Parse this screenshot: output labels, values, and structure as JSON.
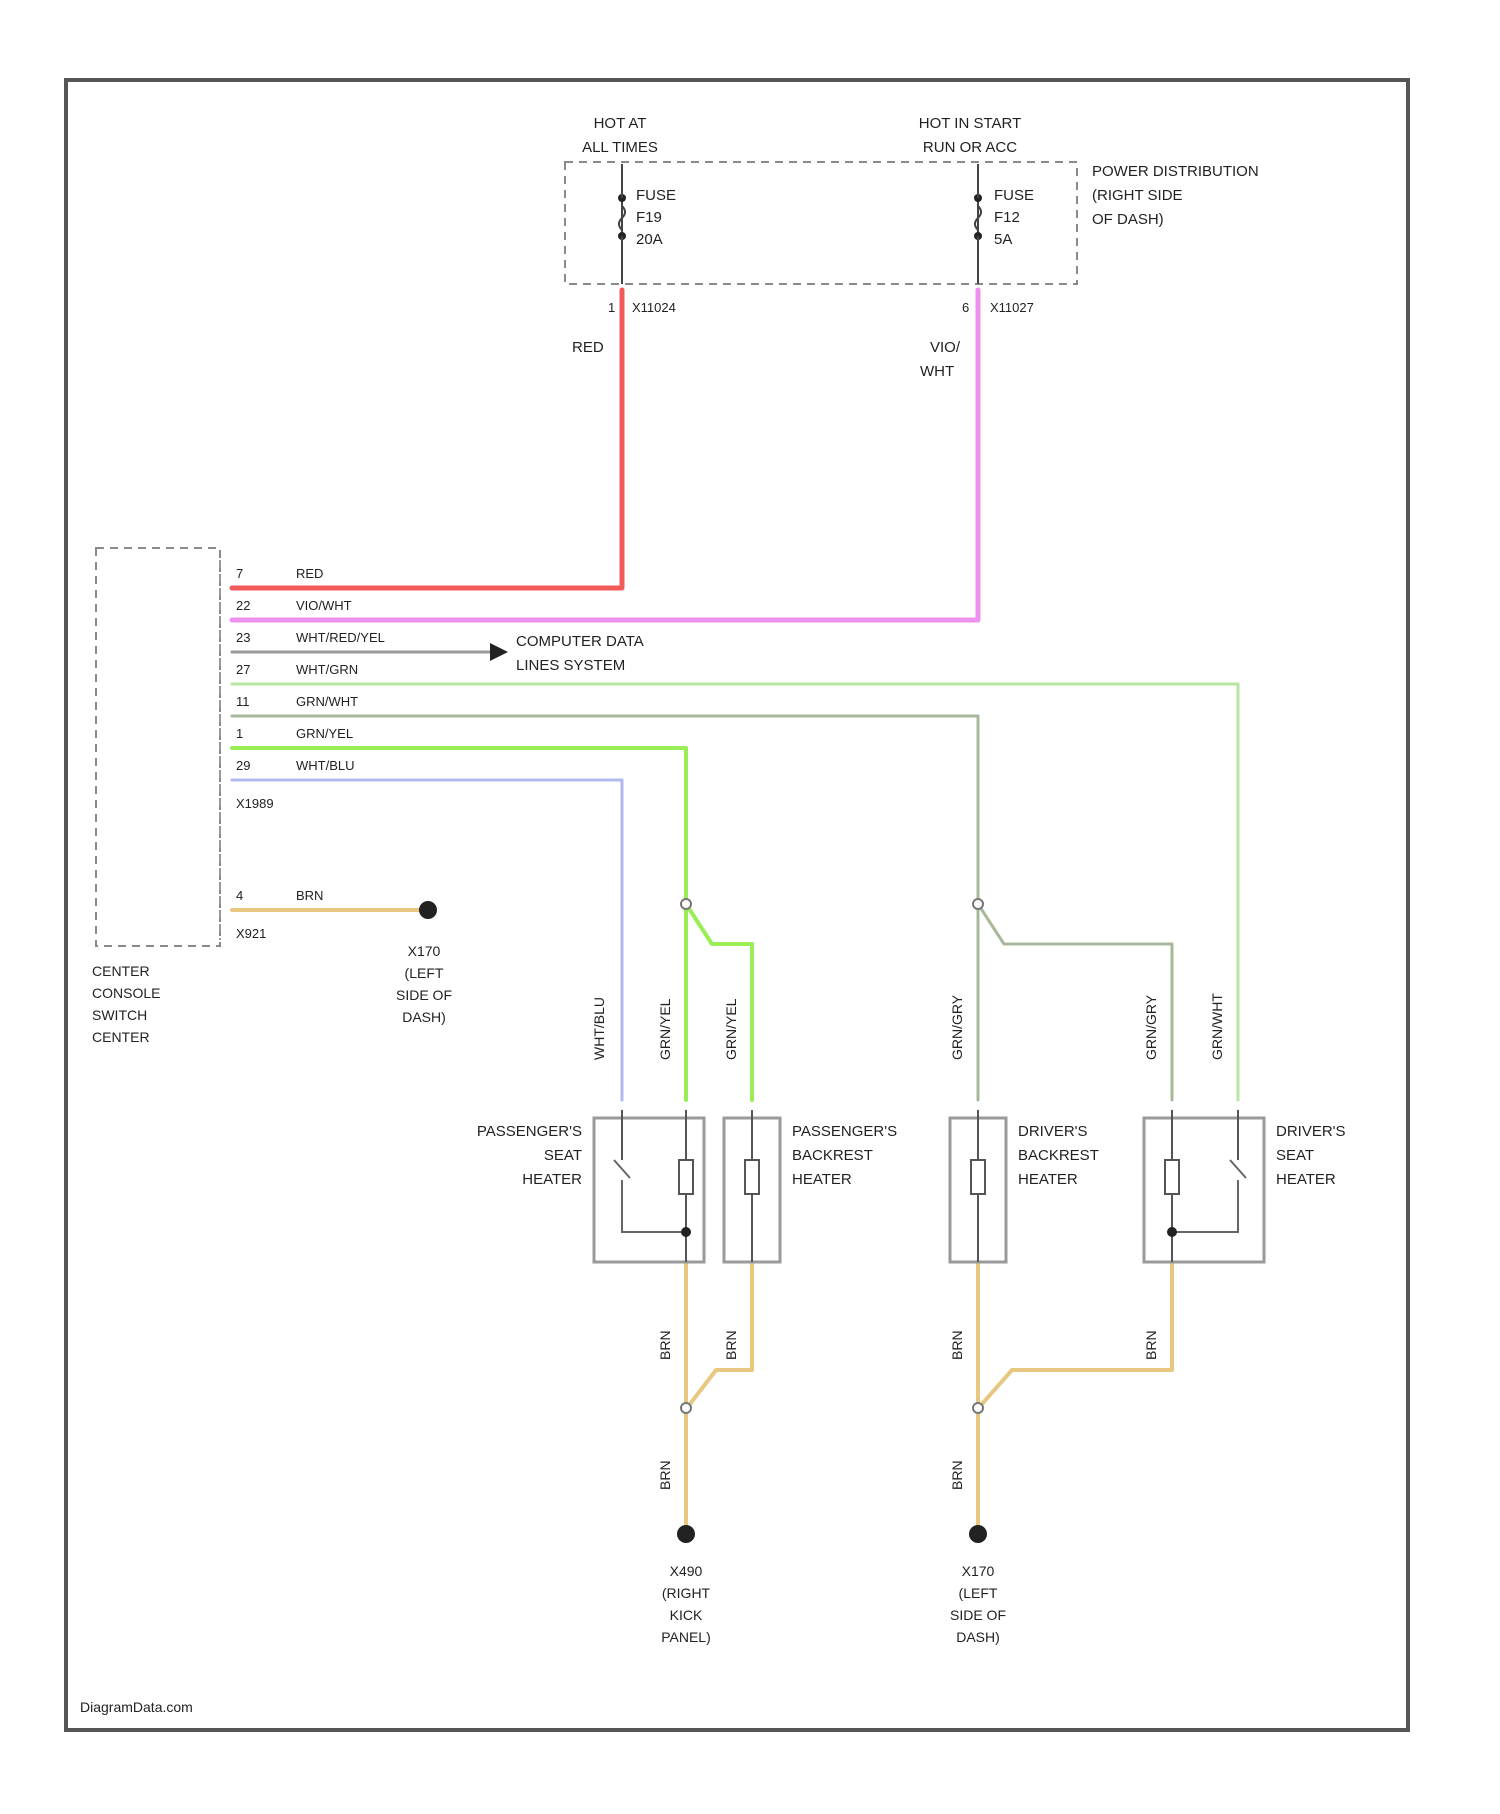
{
  "colors": {
    "RED": "#f25a5a",
    "VIO_WHT": "#ee90ee",
    "GRY": "#9a9a9a",
    "GRN_WHT": "#b8e6a0",
    "GRN_YEL": "#99ee55",
    "GRY_GRN": "#a8b89a",
    "WHT_BLU": "#b0b8f0",
    "BRN": "#e8c880"
  },
  "power_dist": {
    "hot_at_all_times": [
      "HOT AT",
      "ALL TIMES"
    ],
    "hot_in_start": [
      "HOT IN START",
      "RUN OR ACC"
    ],
    "label": [
      "POWER DISTRIBUTION",
      "(RIGHT SIDE",
      "OF DASH)"
    ],
    "fuse_left": [
      "FUSE",
      "F19",
      "20A"
    ],
    "fuse_right": [
      "FUSE",
      "F12",
      "5A"
    ],
    "conn_left": "X11024",
    "pin_left": "1",
    "conn_right": "X11027",
    "pin_right": "6"
  },
  "wire_labels": {
    "red": "RED",
    "vio_wht": [
      "VIO/",
      "WHT"
    ]
  },
  "switch_center": {
    "label": [
      "CENTER",
      "CONSOLE",
      "SWITCH",
      "CENTER"
    ],
    "connector": "X1989",
    "ground_connector": "X921",
    "pins": [
      {
        "pin": "7",
        "wire": "RED"
      },
      {
        "pin": "22",
        "wire": "VIO/WHT"
      },
      {
        "pin": "23",
        "wire": "WHT/RED/YEL"
      },
      {
        "pin": "27",
        "wire": "WHT/GRN"
      },
      {
        "pin": "11",
        "wire": "GRN/WHT"
      },
      {
        "pin": "1",
        "wire": "GRN/YEL"
      },
      {
        "pin": "29",
        "wire": "WHT/BLU"
      }
    ],
    "ground_pin": {
      "pin": "4",
      "wire": "BRN"
    }
  },
  "data_lines": [
    "COMPUTER DATA",
    "LINES SYSTEM"
  ],
  "grounds": {
    "x170_top": [
      "X170",
      "(LEFT",
      "SIDE OF",
      "DASH)"
    ],
    "x490": [
      "X490",
      "(RIGHT",
      "KICK",
      "PANEL)"
    ],
    "x170_bottom": [
      "X170",
      "(LEFT",
      "SIDE OF",
      "DASH)"
    ]
  },
  "heaters": {
    "passenger_seat": [
      "PASSENGER'S",
      "SEAT",
      "HEATER"
    ],
    "passenger_backrest": [
      "PASSENGER'S",
      "BACKREST",
      "HEATER"
    ],
    "driver_backrest": [
      "DRIVER'S",
      "BACKREST",
      "HEATER"
    ],
    "driver_seat": [
      "DRIVER'S",
      "SEAT",
      "HEATER"
    ]
  },
  "vertical_wire_labels": {
    "wht_blu": "WHT/BLU",
    "grn_yel_1": "GRN/YEL",
    "grn_yel_2": "GRN/YEL",
    "gry_grn_1": "GRN/GRY",
    "gry_grn_2": "GRN/GRY",
    "grn_wht": "GRN/WHT",
    "brn": "BRN"
  },
  "footer": "DiagramData.com"
}
